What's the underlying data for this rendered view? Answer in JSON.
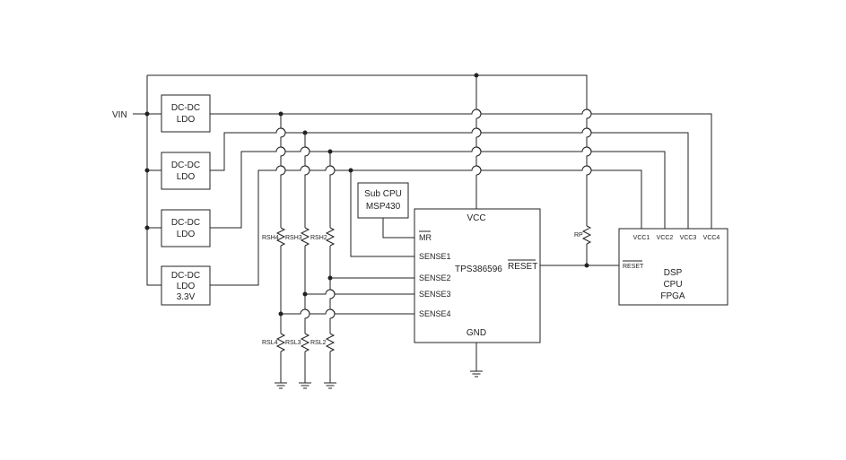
{
  "vin": "VIN",
  "regulators": [
    {
      "line1": "DC-DC",
      "line2": "LDO",
      "line3": ""
    },
    {
      "line1": "DC-DC",
      "line2": "LDO",
      "line3": ""
    },
    {
      "line1": "DC-DC",
      "line2": "LDO",
      "line3": ""
    },
    {
      "line1": "DC-DC",
      "line2": "LDO",
      "line3": "3.3V"
    }
  ],
  "subcpu": {
    "line1": "Sub CPU",
    "line2": "MSP430"
  },
  "supervisor": {
    "name": "TPS386596",
    "vcc": "VCC",
    "gnd": "GND",
    "mr": "MR",
    "reset": "RESET",
    "sense": [
      "SENSE1",
      "SENSE2",
      "SENSE3",
      "SENSE4"
    ]
  },
  "resistors": {
    "rsh": [
      "RSH4",
      "RSH3",
      "RSH2"
    ],
    "rsl": [
      "RSL4",
      "RSL3",
      "RSL2"
    ],
    "rp": "RP"
  },
  "load": {
    "vcc_pins": [
      "VCC1",
      "VCC2",
      "VCC3",
      "VCC4"
    ],
    "reset": "RESET",
    "line1": "DSP",
    "line2": "CPU",
    "line3": "FPGA"
  }
}
